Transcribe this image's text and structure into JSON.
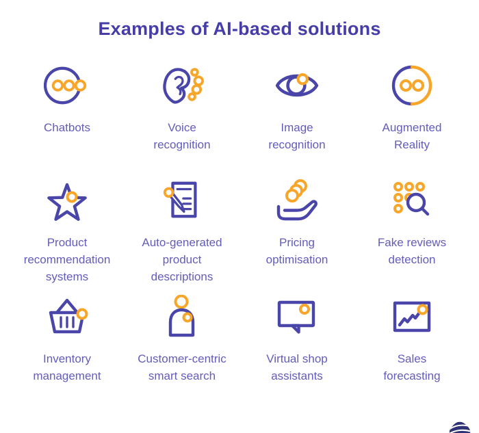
{
  "page": {
    "title": "Examples of AI-based solutions"
  },
  "colors": {
    "purple_title": "#463da8",
    "purple_label": "#625cbb",
    "icon_purple": "#4a45a8",
    "icon_orange": "#f7a629",
    "logo_navy": "#2f3274",
    "bg": "#ffffff"
  },
  "grid": {
    "items": [
      {
        "label": "Chatbots",
        "icon": "chatbot-icon"
      },
      {
        "label": "Voice\nrecognition",
        "icon": "ear-icon"
      },
      {
        "label": "Image\nrecognition",
        "icon": "eye-icon"
      },
      {
        "label": "Augmented\nReality",
        "icon": "ar-goggles-icon"
      },
      {
        "label": "Product\nrecommendation\nsystems",
        "icon": "star-icon"
      },
      {
        "label": "Auto-generated\nproduct\ndescriptions",
        "icon": "document-pen-icon"
      },
      {
        "label": "Pricing\noptimisation",
        "icon": "hand-coins-icon"
      },
      {
        "label": "Fake reviews\ndetection",
        "icon": "magnifier-dots-icon"
      },
      {
        "label": "Inventory\nmanagement",
        "icon": "shopping-basket-icon"
      },
      {
        "label": "Customer-centric\nsmart search",
        "icon": "person-icon"
      },
      {
        "label": "Virtual shop\nassistants",
        "icon": "speech-bubble-icon"
      },
      {
        "label": "Sales\nforecasting",
        "icon": "line-chart-icon"
      }
    ]
  },
  "footer": {
    "logo": "spiral-diamond-logo"
  }
}
